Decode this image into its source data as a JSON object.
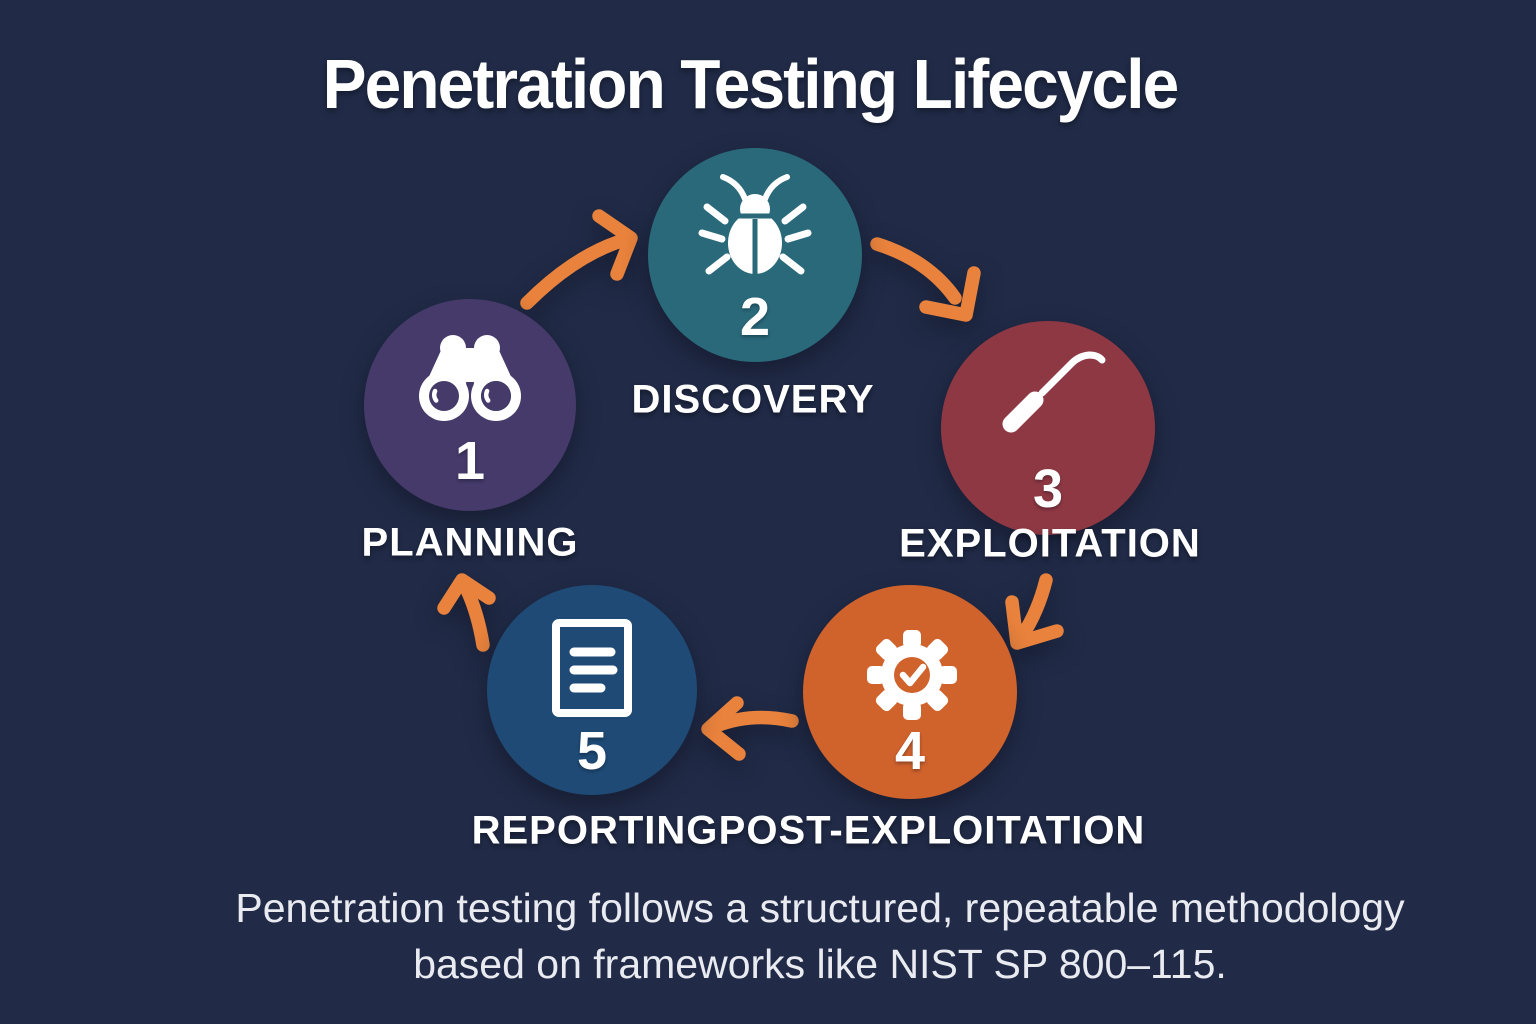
{
  "title": "Penetration Testing Lifecycle",
  "caption": {
    "line1": "Penetration testing follows a structured, repeatable methodology",
    "line2": "based on frameworks like NIST SP 800–115."
  },
  "steps": [
    {
      "number": "1",
      "label": "PLANNING",
      "icon": "binoculars",
      "color": "#453A6A"
    },
    {
      "number": "2",
      "label": "DISCOVERY",
      "icon": "bug",
      "color": "#29697A"
    },
    {
      "number": "3",
      "label": "EXPLOITATION",
      "icon": "probe-tool",
      "color": "#8E3843"
    },
    {
      "number": "4",
      "label": "POST-EXPLOITATION",
      "icon": "gear-check",
      "color": "#D0622C"
    },
    {
      "number": "5",
      "label": "REPORTING",
      "icon": "report-document",
      "color": "#1E4A75"
    }
  ],
  "colors": {
    "background": "#212B47",
    "arrow": "#E8823C",
    "icon": "#FFFFFF",
    "title_text": "#FFFFFF",
    "label_text": "#FFFFFF",
    "caption_text": "#E9EBF1"
  }
}
